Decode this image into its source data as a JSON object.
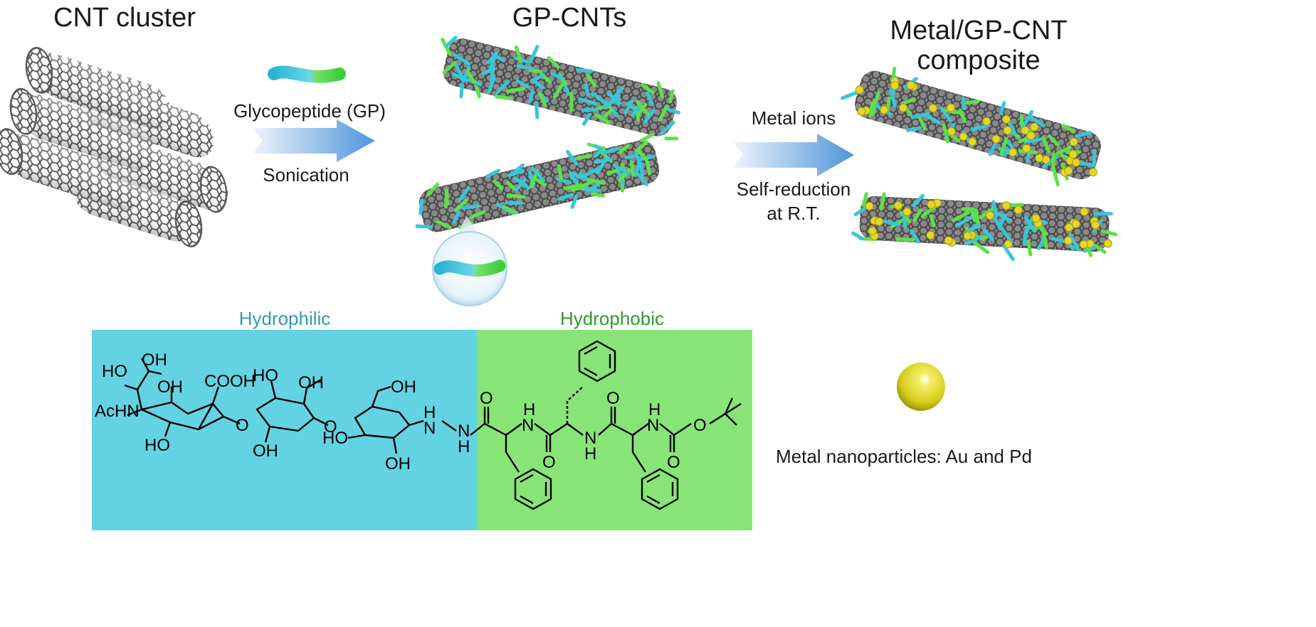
{
  "titles": {
    "cnt_cluster": "CNT cluster",
    "gp_cnts": "GP-CNTs",
    "composite_line1": "Metal/GP-CNT",
    "composite_line2": "composite"
  },
  "step1": {
    "reagent": "Glycopeptide (GP)",
    "condition": "Sonication"
  },
  "step2": {
    "reagent": "Metal ions",
    "condition_line1": "Self-reduction",
    "condition_line2": "at R.T."
  },
  "regions": {
    "hydrophilic": "Hydrophilic",
    "hydrophobic": "Hydrophobic"
  },
  "legend": {
    "nanoparticle_label": "Metal nanoparticles: Au and Pd"
  },
  "molecule": {
    "groups": {
      "ho": "HO",
      "oh": "OH",
      "cooh": "COOH",
      "achn": "AcHN",
      "o": "O",
      "h": "H",
      "n": "N",
      "nh": "NH"
    }
  },
  "colors": {
    "hydrophilic_bg": "#63d2e2",
    "hydrophobic_bg": "#88e477",
    "hydrophilic_text": "#2f9ab8",
    "hydrophobic_text": "#2e9a2a",
    "cnt_gray": "#5a5a5a",
    "gp_cyan": "#38c6d9",
    "gp_green": "#5ee04a",
    "nanoparticle_gold": "#e4d826",
    "arrow_blue": "#6aa6e2"
  }
}
